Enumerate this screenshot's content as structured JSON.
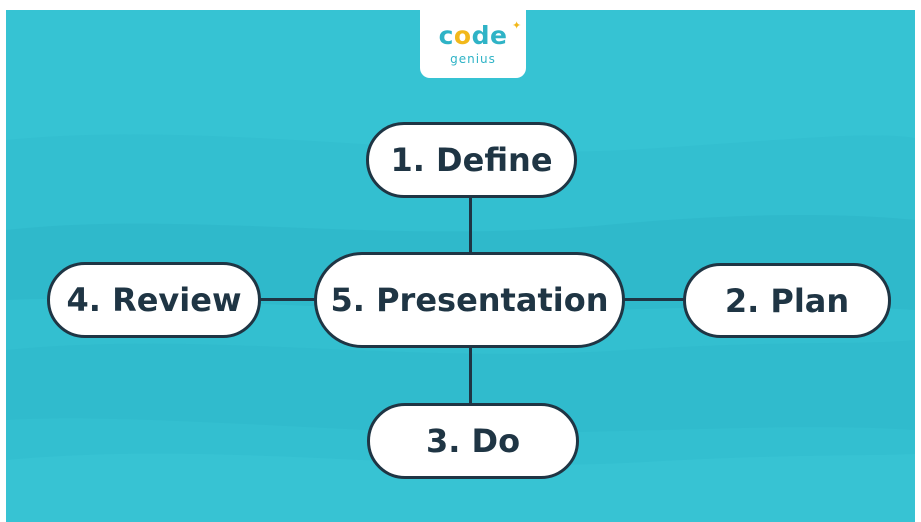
{
  "logo": {
    "word_prefix": "c",
    "word_o": "o",
    "word_suffix": "de",
    "spark": "✦",
    "subtitle": "genius"
  },
  "diagram": {
    "nodes": {
      "define": "1. Define",
      "plan": "2. Plan",
      "do": "3. Do",
      "review": "4. Review",
      "presentation": "5. Presentation"
    }
  },
  "colors": {
    "background": "#33bfd0",
    "node_fill": "#ffffff",
    "node_border": "#1f3544",
    "text": "#1f3544",
    "logo_teal": "#2fb3c6",
    "logo_yellow": "#f2b81b"
  }
}
